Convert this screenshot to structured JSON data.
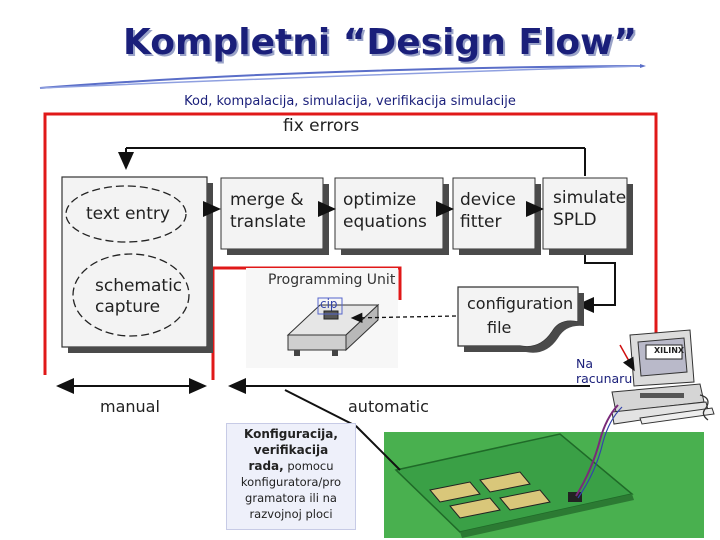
{
  "title": "Kompletni “Design Flow”",
  "subtitle": "Kod, kompalacija, simulacija, verifikacija simulacije",
  "diagram": {
    "fix_errors": "fix errors",
    "text_entry": "text entry",
    "schematic_line1": "schematic",
    "schematic_line2": "capture",
    "merge_line1": "merge &",
    "merge_line2": "translate",
    "optimize_line1": "optimize",
    "optimize_line2": "equations",
    "device_line1": "device",
    "device_line2": "fitter",
    "simulate_line1": "simulate",
    "simulate_line2": "SPLD",
    "programming_unit": "Programming Unit",
    "chip": "cip",
    "config_line1": "configuration",
    "config_line2": "file",
    "manual": "manual",
    "automatic": "automatic",
    "na_racunaru_1": "Na",
    "na_racunaru_2": "racunaru",
    "xilinx": "XILINX"
  },
  "note": {
    "bold_1": "Konfiguracija,",
    "bold_2": "verifikacija",
    "bold_3": "rada,",
    "rest_1": " pomocu",
    "rest_2": "konfiguratora/pro",
    "rest_3": "gramatora ili na",
    "rest_4": "razvojnoj ploci"
  },
  "colors": {
    "title": "#1a1f7a",
    "red_outline": "#e01818",
    "board_green": "#3aa046",
    "board_bg": "#49b04f"
  }
}
